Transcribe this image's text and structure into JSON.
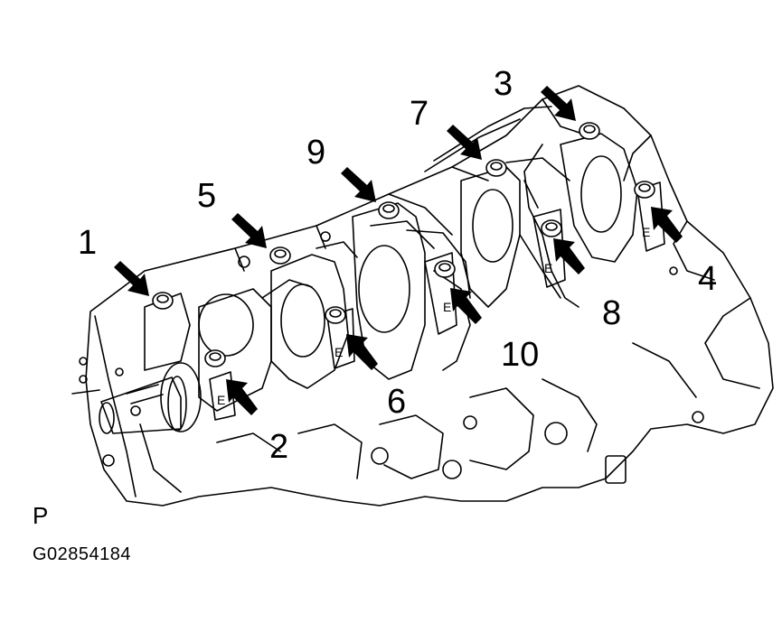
{
  "figure": {
    "view_code": "P",
    "figure_id": "G02854184"
  },
  "callouts": [
    {
      "id": "1",
      "label": "1"
    },
    {
      "id": "2",
      "label": "2"
    },
    {
      "id": "3",
      "label": "3"
    },
    {
      "id": "4",
      "label": "4"
    },
    {
      "id": "5",
      "label": "5"
    },
    {
      "id": "6",
      "label": "6"
    },
    {
      "id": "7",
      "label": "7"
    },
    {
      "id": "8",
      "label": "8"
    },
    {
      "id": "9",
      "label": "9"
    },
    {
      "id": "10",
      "label": "10"
    }
  ],
  "colors": {
    "ink": "#000000",
    "paper": "#ffffff"
  }
}
